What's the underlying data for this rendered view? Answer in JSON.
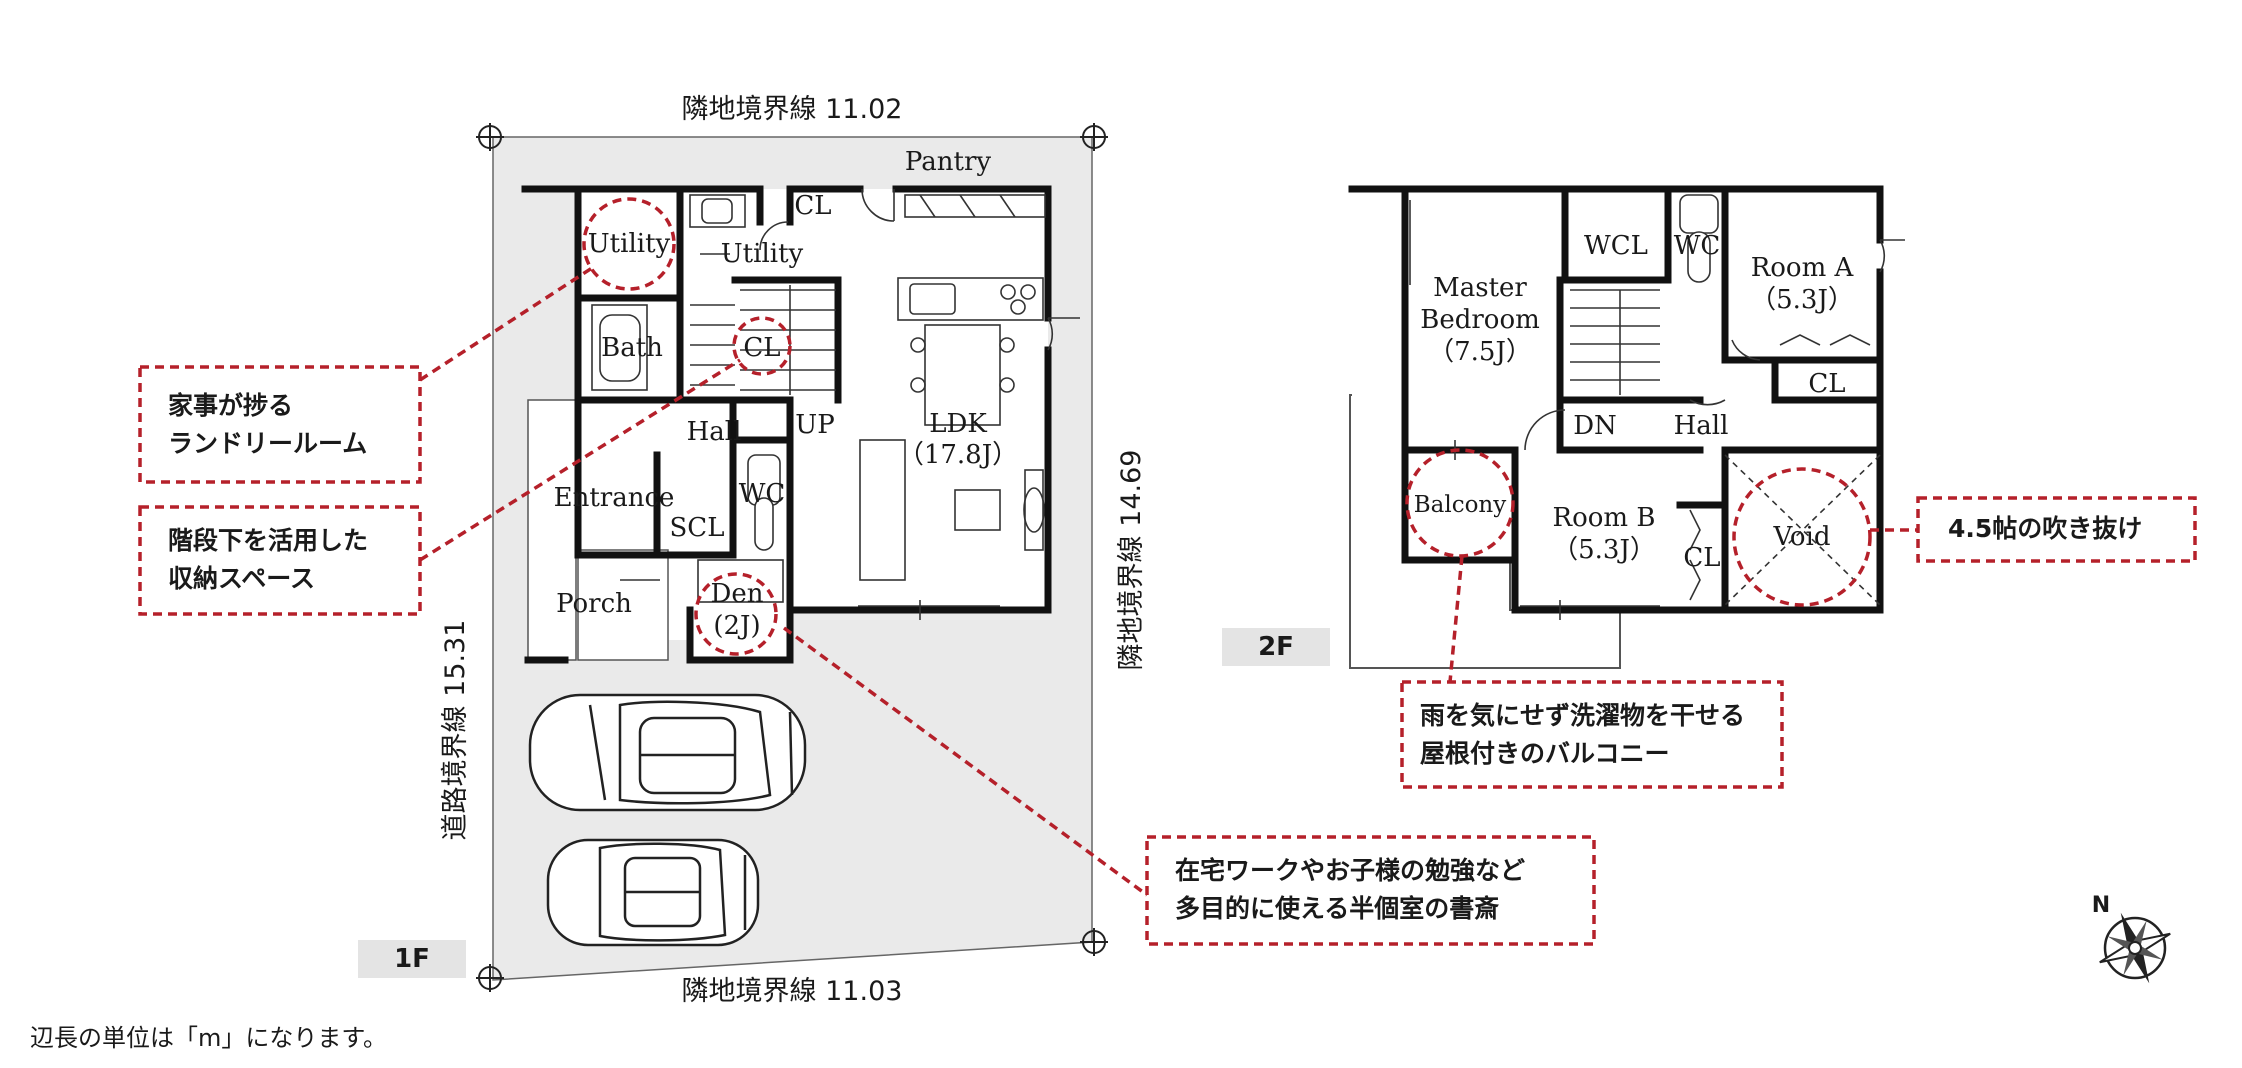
{
  "floor_1": {
    "tag": "1F",
    "rooms": {
      "pantry": "Pantry",
      "cl_top": "CL",
      "utility_left": "Utility",
      "utility_right": "Utility",
      "bath": "Bath",
      "cl_stair": "CL",
      "hall": "Hall",
      "up": "UP",
      "ldk": "LDK",
      "ldk_size": "（17.8J）",
      "entrance": "Entrance",
      "scl": "SCL",
      "wc": "WC",
      "porch": "Porch",
      "den": "Den",
      "den_size": "(2J)"
    },
    "boundaries": {
      "top": "隣地境界線 11.02",
      "bottom": "隣地境界線 11.03",
      "right": "隣地境界線 14.69",
      "left": "道路境界線 15.31"
    }
  },
  "floor_2": {
    "tag": "2F",
    "rooms": {
      "master_line1": "Master",
      "master_line2": "Bedroom",
      "master_size": "（7.5J）",
      "wcl": "WCL",
      "wc": "WC",
      "room_a": "Room A",
      "room_a_size": "（5.3J）",
      "cl_a": "CL",
      "dn": "DN",
      "hall": "Hall",
      "balcony": "Balcony",
      "room_b": "Room B",
      "room_b_size": "（5.3J）",
      "cl_b": "CL",
      "void": "Void"
    }
  },
  "callouts": {
    "laundry": {
      "line1": "家事が捗る",
      "line2": "ランドリールーム"
    },
    "storage": {
      "line1": "階段下を活用した",
      "line2": "収納スペース"
    },
    "study": {
      "line1": "在宅ワークやお子様の勉強など",
      "line2": "多目的に使える半個室の書斎"
    },
    "balcony": {
      "line1": "雨を気にせず洗濯物を干せる",
      "line2": "屋根付きのバルコニー"
    },
    "void": {
      "line1": "4.5帖の吹き抜け"
    }
  },
  "compass": {
    "north_label": "N"
  },
  "unit_note": "辺長の単位は「m」になります。",
  "colors": {
    "accent_red": "#b5202a",
    "wall": "#111111",
    "site_fill": "#eaeaea",
    "tag_fill": "#e4e4e4"
  }
}
